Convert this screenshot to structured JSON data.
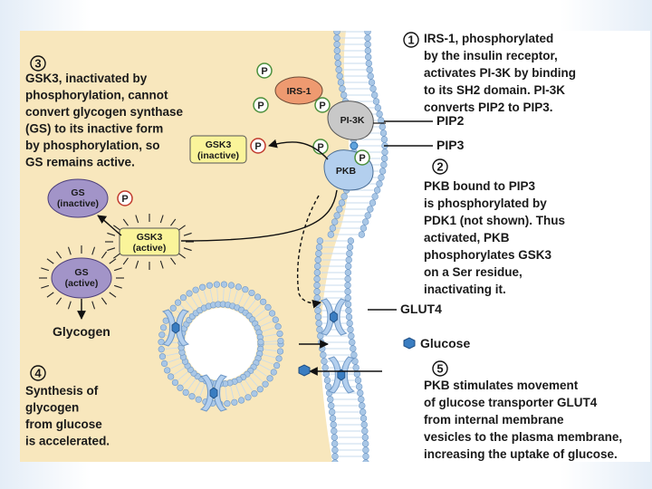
{
  "colors": {
    "cytoplasm": "#f8e7bd",
    "membrane": "#a9c7e6",
    "membrane_edge": "#6f98c6",
    "protein_blue": "#b3cfee",
    "irs1": "#ee9a70",
    "pi3k": "#c8c8c8",
    "gs": "#a294c8",
    "gsk3": "#faf49a",
    "phosphate_ring": "#4b8f3b",
    "phosphate_ring_red": "#c0392b"
  },
  "step1": {
    "number": "1",
    "lines": [
      "IRS-1, phosphorylated",
      "by the insulin receptor,",
      "activates PI-3K by binding",
      "to its SH2 domain. PI-3K",
      "converts PIP2 to PIP3."
    ]
  },
  "step2": {
    "number": "2",
    "lines": [
      "PKB bound to PIP3",
      "is phosphorylated by",
      "PDK1 (not shown). Thus",
      "activated, PKB",
      "phosphorylates GSK3",
      "on a Ser residue,",
      "inactivating it."
    ]
  },
  "step3": {
    "number": "3",
    "lines": [
      "GSK3, inactivated by",
      "phosphorylation, cannot",
      "convert glycogen synthase",
      "(GS) to its inactive form",
      "by phosphorylation, so",
      "GS remains active."
    ]
  },
  "step4": {
    "number": "4",
    "lines": [
      "Synthesis of",
      "glycogen",
      "from glucose",
      "is accelerated."
    ]
  },
  "step5": {
    "number": "5",
    "lines": [
      "PKB stimulates movement",
      "of glucose transporter GLUT4",
      "from internal membrane",
      "vesicles to the plasma membrane,",
      "increasing the uptake of glucose."
    ]
  },
  "labels": {
    "p": "P",
    "irs1": "IRS-1",
    "pi3k": "PI-3K",
    "pkb": "PKB",
    "pip2": "PIP2",
    "pip3": "PIP3",
    "gsk3_inactive_1": "GSK3",
    "gsk3_inactive_2": "(inactive)",
    "gsk3_active_1": "GSK3",
    "gsk3_active_2": "(active)",
    "gs_inactive_1": "GS",
    "gs_inactive_2": "(inactive)",
    "gs_active_1": "GS",
    "gs_active_2": "(active)",
    "glycogen": "Glycogen",
    "glut4": "GLUT4",
    "glucose": "Glucose"
  }
}
